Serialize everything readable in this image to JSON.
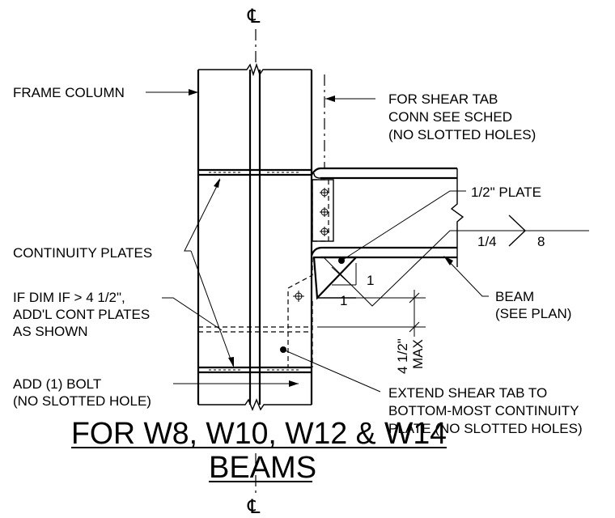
{
  "labels": {
    "centerline_symbol": "℄",
    "frame_column": "FRAME COLUMN",
    "shear_tab": [
      "FOR SHEAR TAB",
      "CONN SEE SCHED",
      "(NO SLOTTED HOLES)"
    ],
    "plate": "1/2\" PLATE",
    "weld_size": "1/4",
    "weld_length": "8",
    "continuity_plates": "CONTINUITY PLATES",
    "if_dim": [
      "IF DIM IF > 4 1/2\",",
      "ADD'L CONT PLATES",
      "AS SHOWN"
    ],
    "slope_1a": "1",
    "slope_1b": "1",
    "beam": [
      "BEAM",
      "(SEE PLAN)"
    ],
    "max_dim": "4 1/2\"",
    "max_word": "MAX",
    "add_bolt": [
      "ADD (1) BOLT",
      "(NO SLOTTED HOLE)"
    ],
    "extend": [
      "EXTEND SHEAR TAB TO",
      "BOTTOM-MOST CONTINUITY",
      "PLATE (NO SLOTTED HOLES)"
    ]
  },
  "title": {
    "line1": "FOR W8, W10, W12 & W14",
    "line2": "BEAMS"
  }
}
